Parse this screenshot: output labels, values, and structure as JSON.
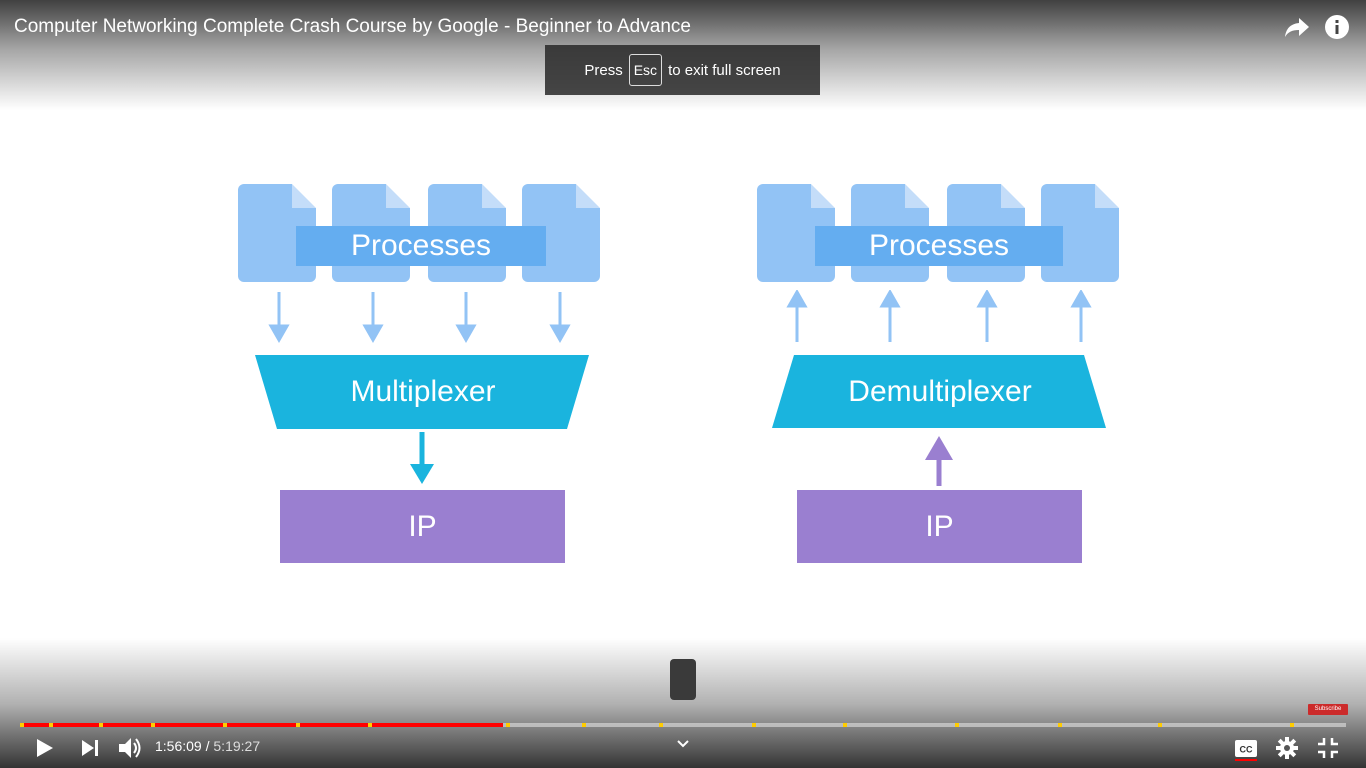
{
  "video": {
    "title": "Computer Networking Complete Crash Course by Google - Beginner to Advance"
  },
  "fullscreen_toast": {
    "prefix": "Press",
    "key": "Esc",
    "suffix": "to exit full screen"
  },
  "diagram": {
    "left": {
      "processes_label": "Processes",
      "multiplexer_label": "Multiplexer",
      "ip_label": "IP"
    },
    "right": {
      "processes_label": "Processes",
      "demultiplexer_label": "Demultiplexer",
      "ip_label": "IP"
    },
    "colors": {
      "process_doc": "#92c3f5",
      "process_bar": "#64adf0",
      "mux": "#1ab4de",
      "ip": "#9a7fd0"
    }
  },
  "controls": {
    "current_time": "1:56:09",
    "separator": " / ",
    "duration": "5:19:27",
    "progress_fraction": 0.364,
    "subscribe_label": "Subscribe",
    "icons": [
      "share-icon",
      "info-icon",
      "play-icon",
      "next-icon",
      "volume-icon",
      "chevron-down-icon",
      "captions-icon",
      "settings-icon",
      "exit-fullscreen-icon"
    ],
    "accent_color": "#ff0000",
    "chapter_color": "#ffcc00"
  }
}
